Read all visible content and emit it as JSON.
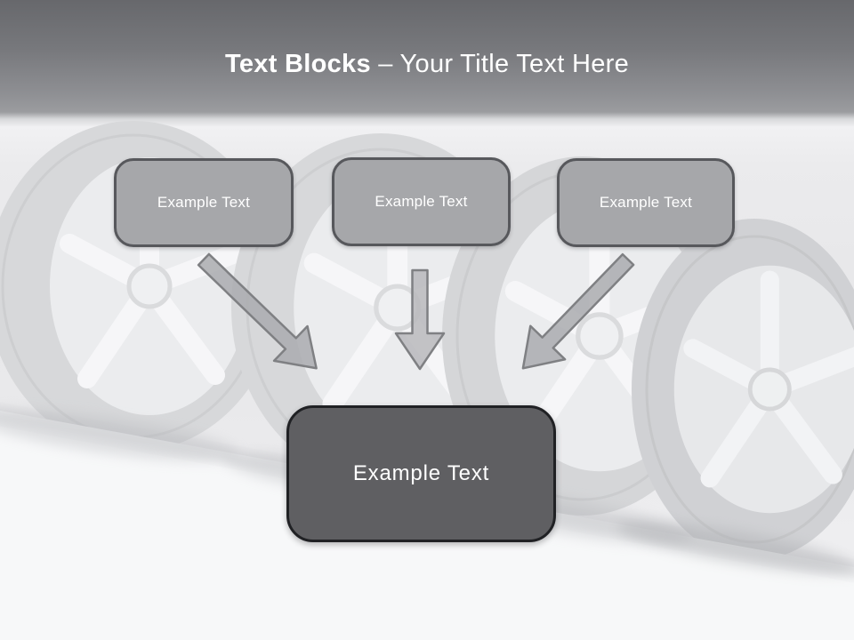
{
  "title": {
    "bold": "Text Blocks",
    "dash": "–",
    "rest": "Your Title Text Here"
  },
  "top_blocks": [
    {
      "label": "Example Text"
    },
    {
      "label": "Example Text"
    },
    {
      "label": "Example Text"
    }
  ],
  "center_block": {
    "label": "Example Text"
  },
  "icons": {
    "arrow_1": "arrow-down-right-icon",
    "arrow_2": "arrow-down-icon",
    "arrow_3": "arrow-down-left-icon",
    "background": "car-wheels-faded-photo"
  },
  "colors": {
    "header_gradient_top": "#67686c",
    "header_gradient_bottom": "#9b9c9f",
    "title_text": "#ffffff",
    "top_block_fill": "#a6a7aa",
    "top_block_border": "#57585c",
    "center_block_fill": "#5f5f62",
    "center_block_border": "#202124",
    "arrow_fill": "#aaabaf",
    "arrow_stroke": "#7f8083",
    "floor": "#f7f8f9"
  }
}
